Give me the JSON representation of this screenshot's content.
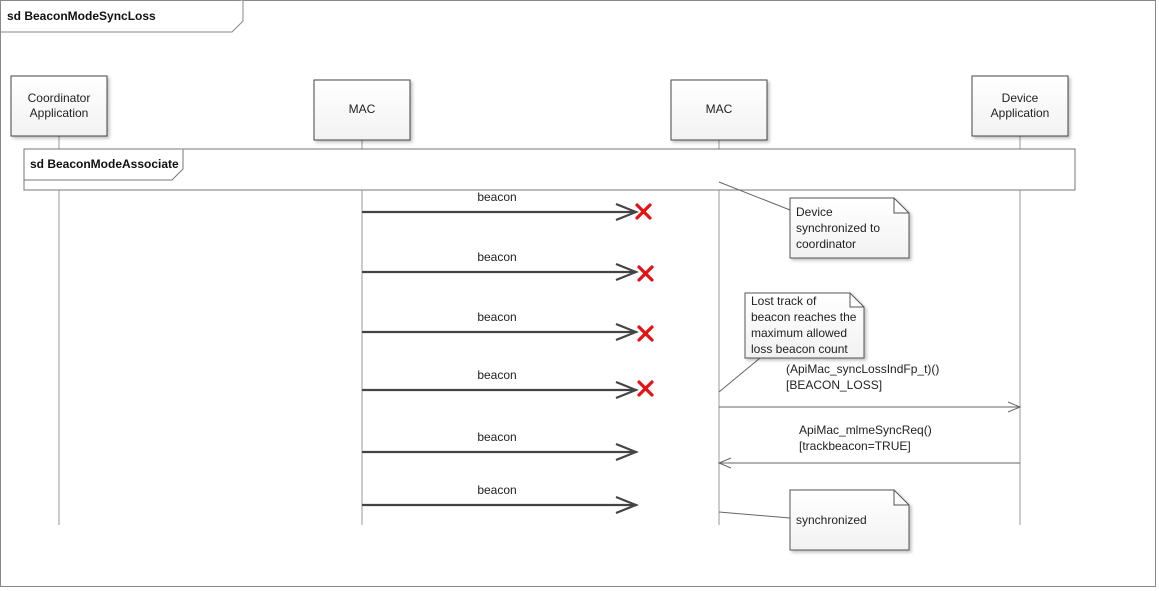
{
  "frame": {
    "title": "sd BeaconModeSyncLoss"
  },
  "lifelines": [
    {
      "label_lines": [
        "Coordinator",
        "Application"
      ]
    },
    {
      "label_lines": [
        "MAC"
      ]
    },
    {
      "label_lines": [
        "MAC"
      ]
    },
    {
      "label_lines": [
        "Device",
        "Application"
      ]
    }
  ],
  "fragment": {
    "title": "sd BeaconModeAssociate"
  },
  "messages": [
    {
      "label": "beacon",
      "lost": true
    },
    {
      "label": "beacon",
      "lost": true
    },
    {
      "label": "beacon",
      "lost": true
    },
    {
      "label": "beacon",
      "lost": true
    },
    {
      "label": "beacon",
      "lost": false
    },
    {
      "label": "beacon",
      "lost": false
    }
  ],
  "calls": [
    {
      "lines": [
        "(ApiMac_syncLossIndFp_t)()",
        "[BEACON_LOSS]"
      ]
    },
    {
      "lines": [
        "ApiMac_mlmeSyncReq()",
        "[trackbeacon=TRUE]"
      ]
    }
  ],
  "notes": [
    {
      "lines": [
        "Device",
        "synchronized to",
        "coordinator"
      ]
    },
    {
      "lines": [
        "Lost track of",
        "beacon reaches the",
        "maximum allowed",
        "loss beacon count"
      ]
    },
    {
      "lines": [
        "synchronized"
      ]
    }
  ],
  "colors": {
    "lost_marker": "#e81010",
    "line": "#555555",
    "arrow": "#444444"
  }
}
